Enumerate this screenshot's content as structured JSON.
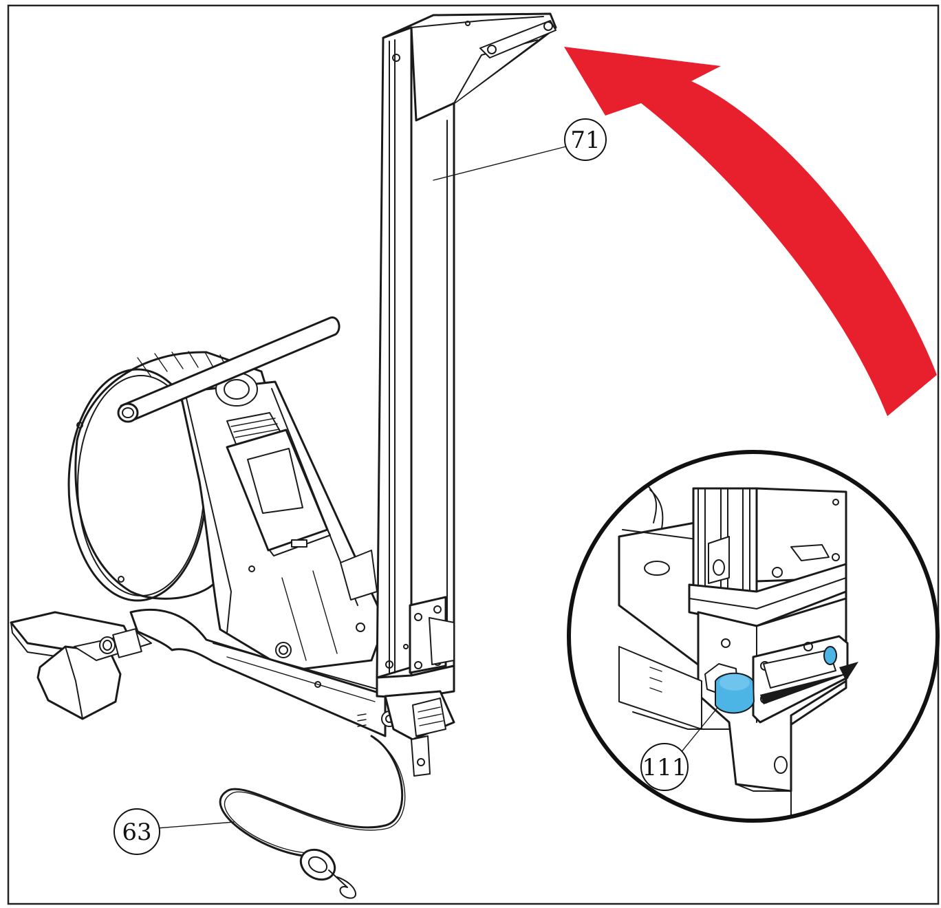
{
  "callouts": [
    {
      "id": "71",
      "label": "71"
    },
    {
      "id": "63",
      "label": "63"
    },
    {
      "id": "111",
      "label": "111"
    }
  ],
  "colors": {
    "arrow": "#e8202e",
    "knob": "#4db4e6",
    "line": "#1a1a1a"
  },
  "icons": {
    "rotation_arrow": "curved-arrow-icon",
    "direction_arrow": "pull-arrow-icon"
  }
}
